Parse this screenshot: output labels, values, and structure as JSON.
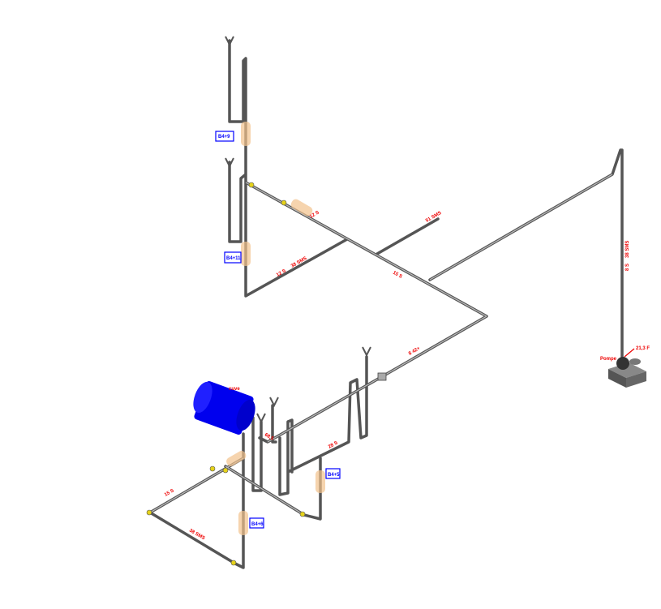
{
  "equipment": {
    "tank_label": "cuve",
    "pump_label": "Pompe",
    "pump_connection": "21,3 F"
  },
  "tags": [
    "B4+9",
    "B4+11",
    "B4+5",
    "B4+6"
  ],
  "pipe_labels": [
    "12 S",
    "51 SMS",
    "38 SMS",
    "12 S",
    "15 S",
    "38 SMS",
    "8 S",
    "8 42+",
    "68,5",
    "28 S",
    "15 S",
    "38 SMS"
  ],
  "colors": {
    "pipe": "#555555",
    "label": "#ee0000",
    "tag": "#0000ff",
    "tank": "#0000ee",
    "insulation": "#f2c28c"
  }
}
